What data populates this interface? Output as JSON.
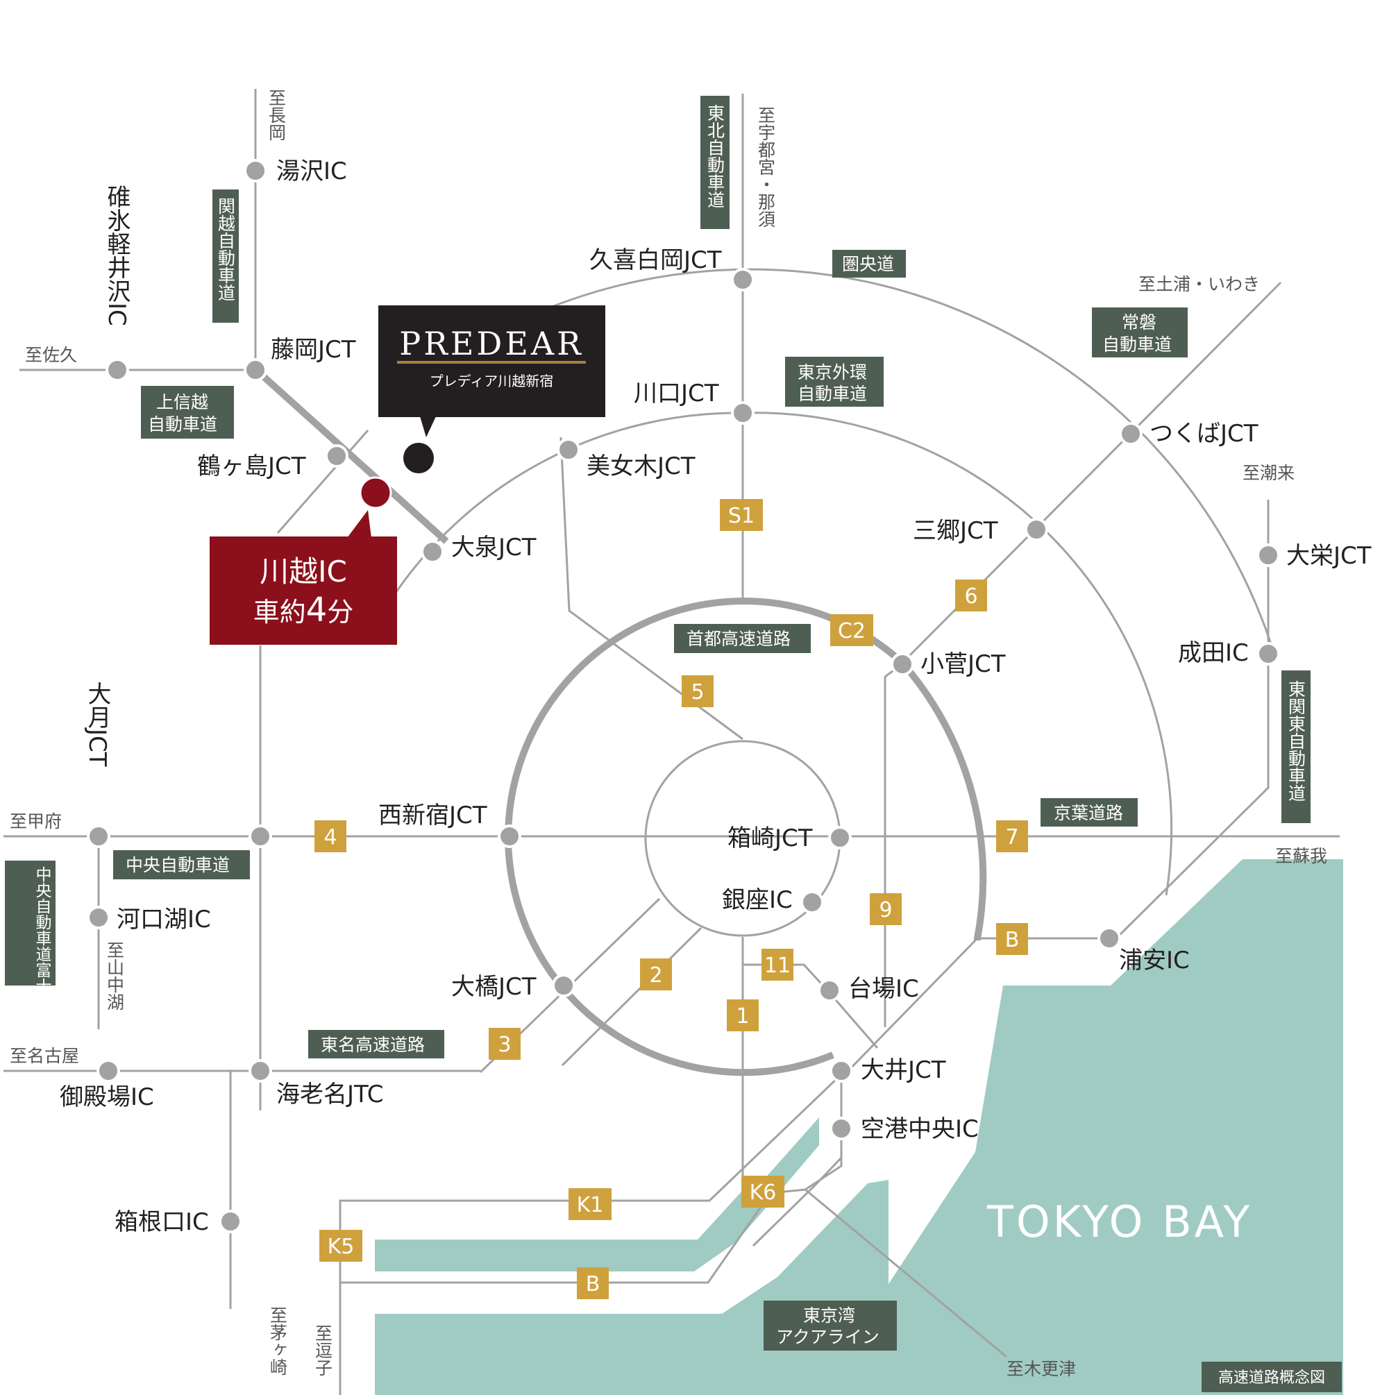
{
  "bay_label": "TOKYO BAY",
  "predear": {
    "title": "PREDEAR",
    "subtitle": "プレディア川越新宿"
  },
  "kawagoe": {
    "line1": "川越IC",
    "line2_prefix": "車約",
    "line2_num": "4",
    "line2_suffix": "分"
  },
  "legend": "高速道路概念図",
  "colors": {
    "sea": "#a0cbc3",
    "road": "#a2a2a2",
    "route_box": "#cfa13d",
    "name_box": "#4f5e52",
    "predear_box": "#231f20",
    "kawagoe_box": "#8c0f1c",
    "text": "#231f20"
  },
  "junctions": {
    "yuzawa": "湯沢IC",
    "fujioka": "藤岡JCT",
    "tsurugashima": "鶴ヶ島JCT",
    "oizumi": "大泉JCT",
    "kuki": "久喜白岡JCT",
    "kawaguchi": "川口JCT",
    "bijogi": "美女木JCT",
    "tsukuba": "つくばJCT",
    "misato": "三郷JCT",
    "kosuge": "小菅JCT",
    "narita": "成田IC",
    "sakae": "大栄JCT",
    "nishishinjuku": "西新宿JCT",
    "hakozaki": "箱崎JCT",
    "ginza": "銀座IC",
    "urayasu": "浦安IC",
    "daiba": "台場IC",
    "ohashi": "大橋JCT",
    "oi": "大井JCT",
    "kuko": "空港中央IC",
    "kawaguchiko": "河口湖IC",
    "gotemba": "御殿場IC",
    "ebina": "海老名JTC",
    "hakone": "箱根口IC",
    "usui": "碓氷軽井沢IC",
    "otsuki": "大月JCT"
  },
  "directions": {
    "nagaoka": "至長岡",
    "saku": "至佐久",
    "utsunomiya": "至宇都宮・那須",
    "tsuchiura": "至土浦・いわき",
    "itako": "至潮来",
    "soga": "至蘇我",
    "kofu": "至甲府",
    "yamanakako": "至山中湖",
    "nagoya": "至名古屋",
    "chigasaki": "至茅ヶ崎",
    "zushi": "至逗子",
    "kisarazu": "至木更津"
  },
  "expressways": {
    "kanetsu": "関越自動車道",
    "joshinetsu_1": "上信越",
    "joshinetsu_2": "自動車道",
    "tohoku": "東北自動車道",
    "kenodo": "圏央道",
    "joban_1": "常磐",
    "joban_2": "自動車道",
    "gaikan_1": "東京外環",
    "gaikan_2": "自動車道",
    "shuto": "首都高速道路",
    "keiyo": "京葉道路",
    "higashikanto": "東関東自動車道",
    "chuo": "中央自動車道",
    "fujiyoshida": "中央自動車道富士吉田線",
    "tomei": "東名高速道路",
    "aqualine_1": "東京湾",
    "aqualine_2": "アクアライン"
  },
  "routes": {
    "s1": "S1",
    "c2": "C2",
    "r6": "6",
    "r5": "5",
    "r4": "4",
    "r7": "7",
    "r9": "9",
    "rb1": "B",
    "r11": "11",
    "r1": "1",
    "r2": "2",
    "r3": "3",
    "k1": "K1",
    "k6": "K6",
    "k5": "K5",
    "rb2": "B"
  }
}
